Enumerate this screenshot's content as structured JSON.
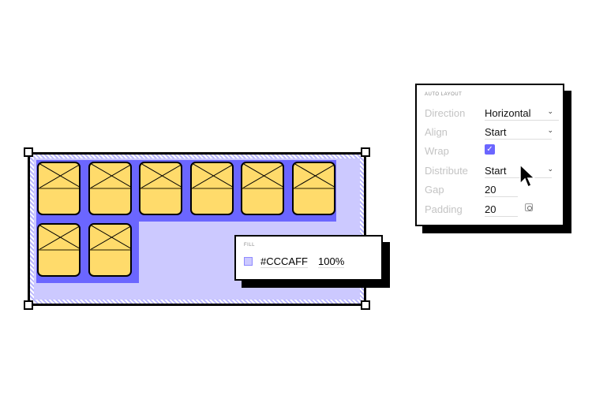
{
  "canvas": {
    "fill_color": "#CCCAFF",
    "gap_color": "#6B66FF",
    "card_count": 8
  },
  "fill_panel": {
    "title": "FILL",
    "hex": "#CCCAFF",
    "opacity": "100%"
  },
  "auto_layout": {
    "title": "AUTO LAYOUT",
    "rows": [
      {
        "label": "Direction",
        "value": "Horizontal"
      },
      {
        "label": "Align",
        "value": "Start"
      },
      {
        "label": "Wrap",
        "checked": true
      },
      {
        "label": "Distribute",
        "value": "Start"
      },
      {
        "label": "Gap",
        "value": "20"
      },
      {
        "label": "Padding",
        "value": "20"
      }
    ]
  }
}
